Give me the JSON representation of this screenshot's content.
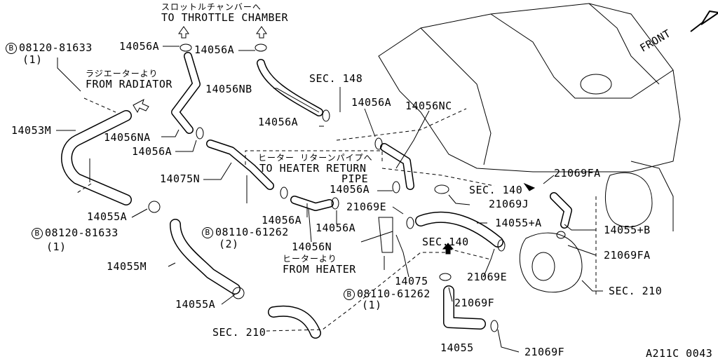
{
  "title_jp": "スロットルチャンバーへ",
  "title_en": "TO THROTTLE CHAMBER",
  "front": "FRONT",
  "bolt_symbol": "B",
  "from_radiator_jp": "ラジエーターより",
  "from_radiator_en": "FROM RADIATOR",
  "to_heater_jp": "ヒーター リターンパイプへ",
  "to_heater_en1": "TO HEATER RETURN",
  "to_heater_en2": "PIPE",
  "from_heater_jp": "ヒーターより",
  "from_heater_en": "FROM HEATER",
  "bolts": [
    {
      "part": "08120-81633",
      "qty": "(1)"
    },
    {
      "part": "08120-81633",
      "qty": "(1)"
    },
    {
      "part": "08110-61262",
      "qty": "(2)"
    },
    {
      "part": "08110-61262",
      "qty": "(1)"
    }
  ],
  "parts": {
    "p14056A": "14056A",
    "p14056NB": "14056NB",
    "p14056NC": "14056NC",
    "p14056NA": "14056NA",
    "p14056N": "14056N",
    "p14053M": "14053M",
    "p14075N": "14075N",
    "p14075": "14075",
    "p14055A": "14055A",
    "p14055M": "14055M",
    "p14055": "14055",
    "p14055pA": "14055+A",
    "p14055pB": "14055+B",
    "p21069FA": "21069FA",
    "p21069J": "21069J",
    "p21069E": "21069E",
    "p21069F": "21069F"
  },
  "sections": {
    "sec148": "SEC. 148",
    "sec140a": "SEC. 140",
    "sec140b": "SEC.140",
    "sec210": "SEC. 210"
  },
  "diagram_code": "A211C 0043"
}
